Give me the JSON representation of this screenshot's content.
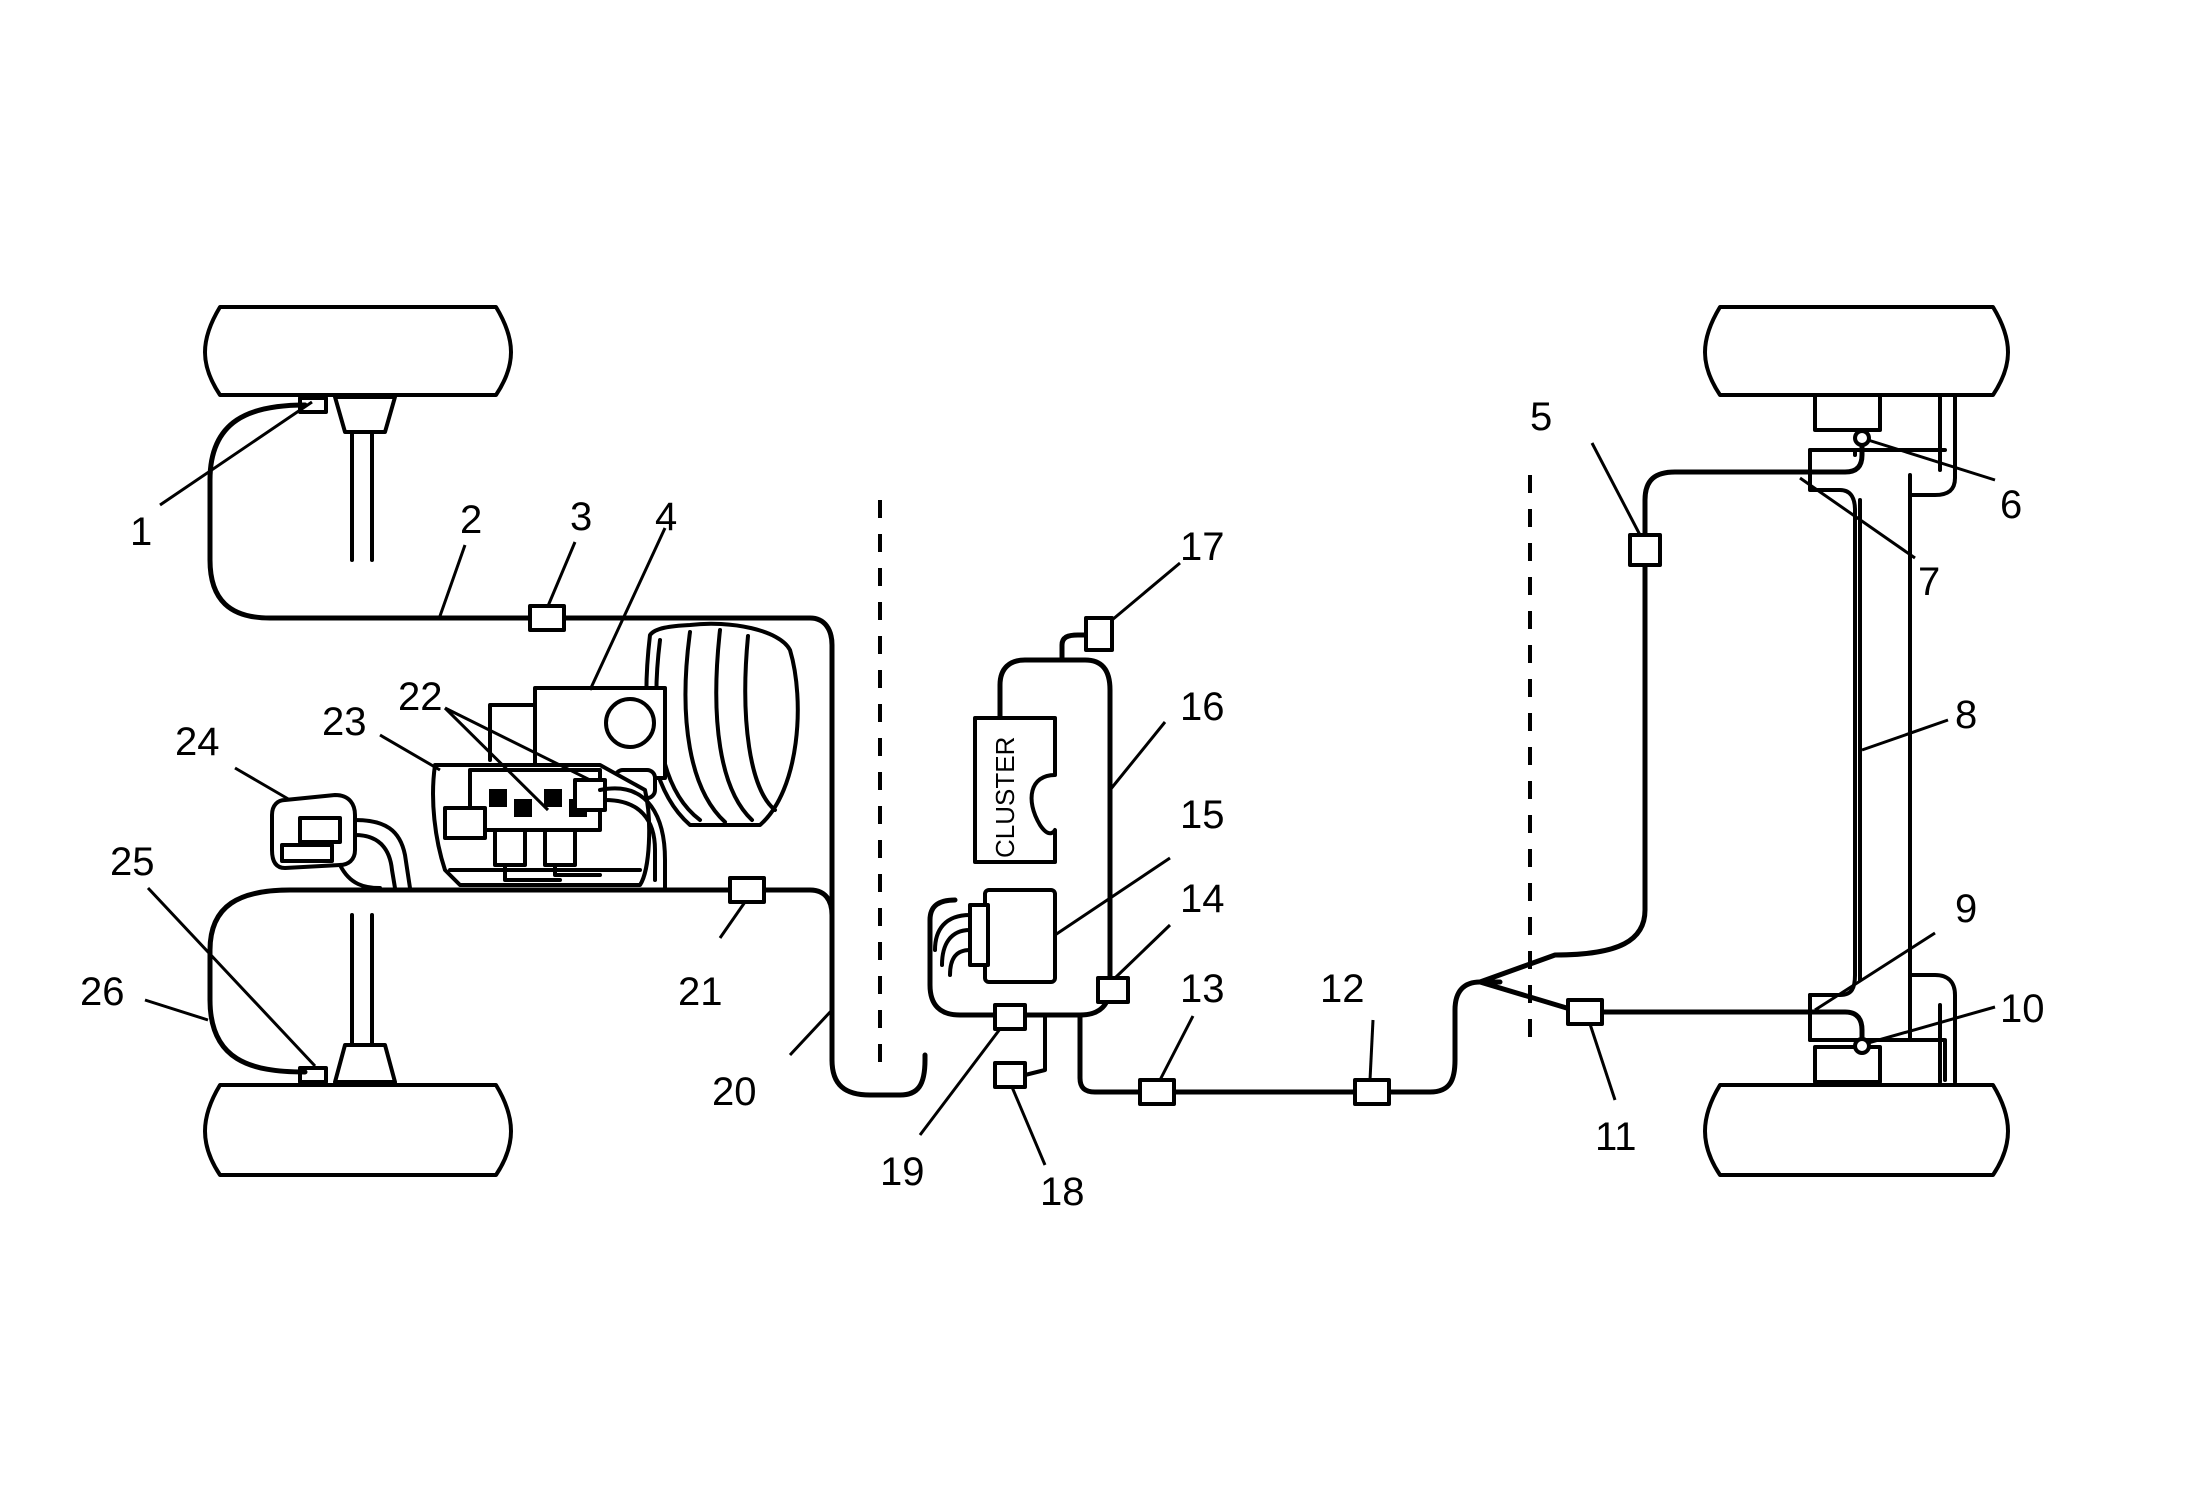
{
  "diagram": {
    "box_label": "CLUSTER",
    "callouts": [
      "1",
      "2",
      "3",
      "4",
      "5",
      "6",
      "7",
      "8",
      "9",
      "10",
      "11",
      "12",
      "13",
      "14",
      "15",
      "16",
      "17",
      "18",
      "19",
      "20",
      "21",
      "22",
      "23",
      "24",
      "25",
      "26"
    ]
  }
}
